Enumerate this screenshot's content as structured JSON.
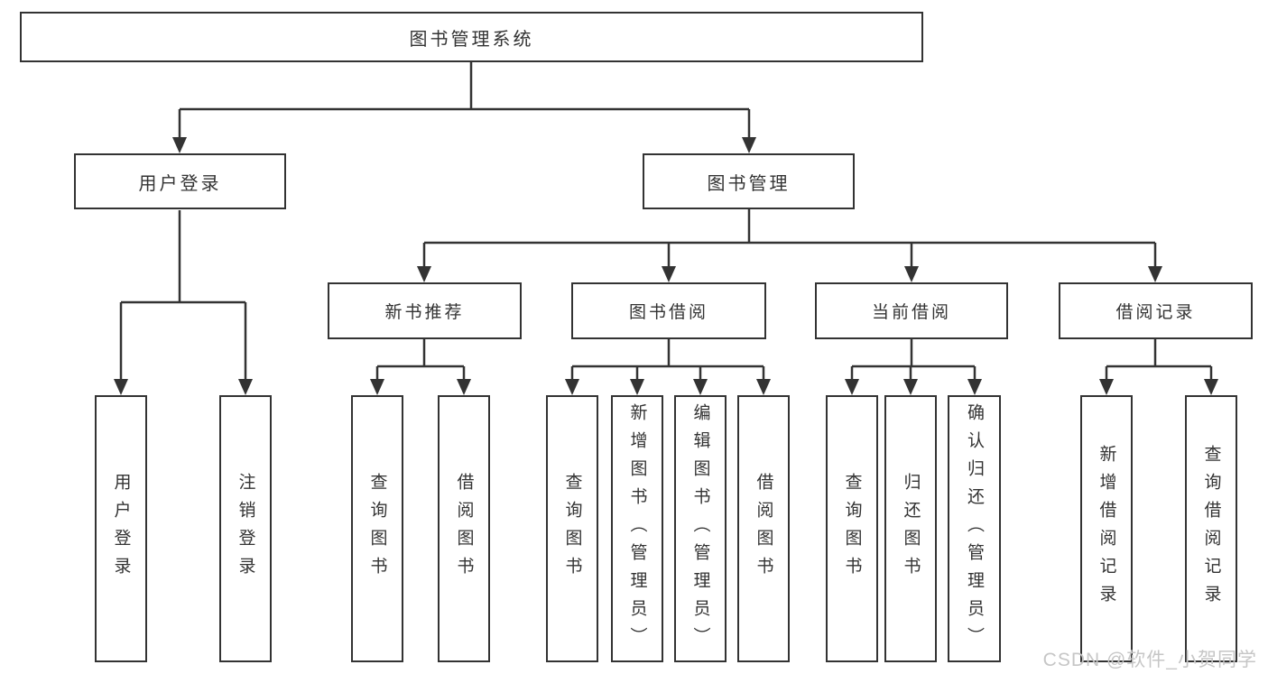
{
  "diagram": {
    "root": {
      "label": "图书管理系统"
    },
    "level2": {
      "user_login": {
        "label": "用户登录"
      },
      "book_mgmt": {
        "label": "图书管理"
      }
    },
    "level3": {
      "new_books": {
        "label": "新书推荐"
      },
      "borrow": {
        "label": "图书借阅"
      },
      "current": {
        "label": "当前借阅"
      },
      "records": {
        "label": "借阅记录"
      }
    },
    "leaves": {
      "user_login": [
        "用户登录",
        "注销登录"
      ],
      "new_books": [
        "查询图书",
        "借阅图书"
      ],
      "borrow": [
        "查询图书",
        "新增图书（管理员）",
        "编辑图书（管理员）",
        "借阅图书"
      ],
      "current": [
        "查询图书",
        "归还图书",
        "确认归还（管理员）"
      ],
      "records": [
        "新增借阅记录",
        "查询借阅记录"
      ]
    }
  },
  "watermark": "CSDN @软件_小贺同学",
  "colors": {
    "line": "#333333",
    "box_border": "#333333",
    "text": "#333333",
    "watermark": "#c6c6c6",
    "background": "#ffffff"
  }
}
